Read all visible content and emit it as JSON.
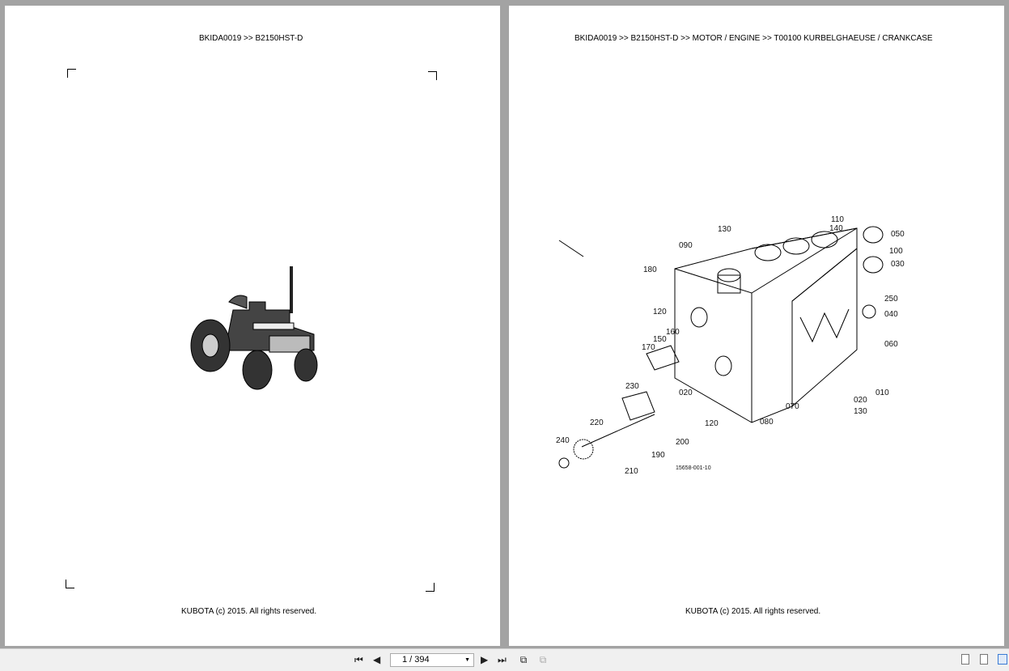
{
  "left_page": {
    "header": "BKIDA0019 >> B2150HST-D",
    "footer": "KUBOTA (c) 2015. All rights reserved."
  },
  "right_page": {
    "header": "BKIDA0019 >> B2150HST-D >> MOTOR / ENGINE >> T00100   KURBELGHAEUSE / CRANKCASE",
    "footer": "KUBOTA (c) 2015. All rights reserved.",
    "diagram": {
      "drawing_number": "15658-001-10",
      "labels": [
        "110",
        "140",
        "130",
        "090",
        "050",
        "100",
        "030",
        "180",
        "250",
        "120",
        "040",
        "160",
        "150",
        "060",
        "170",
        "230",
        "020",
        "010",
        "020",
        "130",
        "070",
        "220",
        "120",
        "080",
        "200",
        "240",
        "190",
        "210"
      ]
    }
  },
  "toolbar": {
    "page_display": "1 / 394",
    "icons": [
      "first-page-icon",
      "prev-page-icon",
      "next-page-icon",
      "last-page-icon",
      "single-page-view-icon",
      "continuous-view-icon",
      "facing-view-icon"
    ]
  }
}
